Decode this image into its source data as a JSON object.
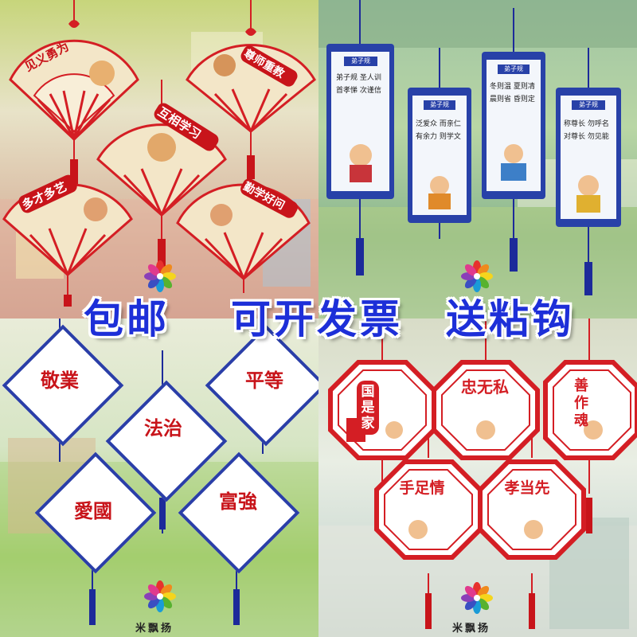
{
  "banner": {
    "free_shipping": "包邮",
    "invoice": "可开发票",
    "hooks": "送粘钩"
  },
  "brand": {
    "name": "米飘扬"
  },
  "fans": [
    {
      "title": "见义勇为"
    },
    {
      "title": "尊师重教"
    },
    {
      "title": "互相学习"
    },
    {
      "title": "多才多艺"
    },
    {
      "title": "勤学好问"
    }
  ],
  "scrolls": [
    {
      "header": "弟子规",
      "lines": [
        "弟子规 圣人训",
        "首孝悌 次谨信"
      ]
    },
    {
      "header": "弟子规",
      "lines": [
        "泛爱众 而亲仁",
        "有余力 则学文"
      ]
    },
    {
      "header": "弟子规",
      "lines": [
        "冬则温 夏则凊",
        "晨则省 昏则定"
      ]
    },
    {
      "header": "弟子规",
      "lines": [
        "称尊长 勿呼名",
        "对尊长 勿见能"
      ]
    }
  ],
  "diamonds": [
    {
      "title": "敬業"
    },
    {
      "title": "平等"
    },
    {
      "title": "法治"
    },
    {
      "title": "愛國"
    },
    {
      "title": "富強"
    }
  ],
  "octagons": [
    {
      "title": "国是家"
    },
    {
      "title": "忠无私"
    },
    {
      "title": "善作魂"
    },
    {
      "title": "手足情"
    },
    {
      "title": "孝当先"
    }
  ],
  "colors": {
    "banner_text": "#1d2fd8",
    "red_knot": "#d41e24",
    "blue_knot": "#1c2a9a"
  }
}
